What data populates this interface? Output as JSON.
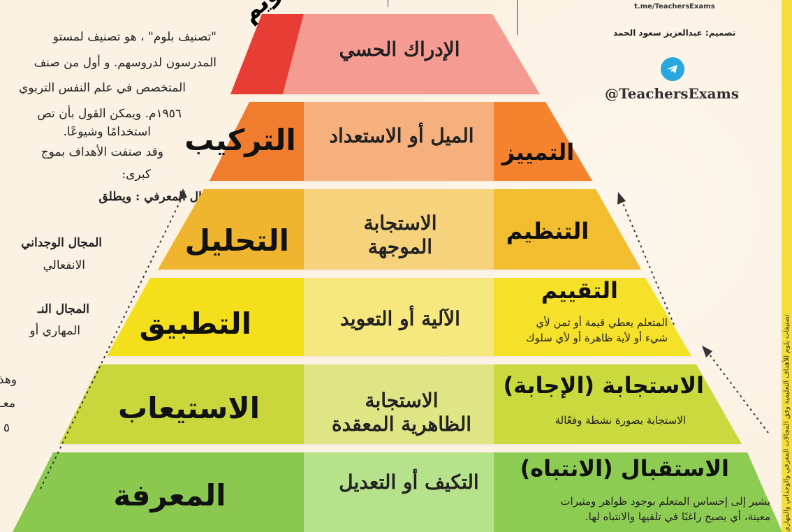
{
  "credits": {
    "link": "t.me/TeachersExams",
    "design": "تصميم: عبدالعزيز سعود الحمد",
    "handle": "@TeachersExams"
  },
  "left_text": [
    "\"تصنيف بلوم\" ، هو تصنيف لمستو",
    "المدرسون لدروسهم. و أول من صنف",
    "المتخصص في علم النفس التربوي",
    "١٩٥٦م. ويمكن القول بأن تص",
    "استخدامًا وشيوعًا.",
    "وقد صنفت الأهداف بموج",
    "كبرى:",
    "المجال المعرفي : ويطلق",
    "المجال الوجداني",
    "الانفعالي",
    "المجال النـ",
    "المهاري أو",
    "وهذ",
    "معـ",
    "٥"
  ],
  "yellow_strip_text": "تصنيفات بلوم للأهداف التعليمية وفق المجالات المعرفي والوجداني والمهاري",
  "pyramid": {
    "top": {
      "left_label": "التقويم",
      "center": "الإدراك الحسي"
    },
    "levels": [
      {
        "left": "التركيب",
        "center": "الميل أو الاستعداد",
        "right": "التمييز",
        "right_desc": ""
      },
      {
        "left": "التحليل",
        "center": "الاستجابة\nالموجهة",
        "right": "التنظيم",
        "right_desc": ""
      },
      {
        "left": "التطبيق",
        "center": "الآلية أو التعويد",
        "right": "التقييم",
        "right_desc": "المتعلم يعطي قيمة أو ثمن لأي\nشيء أو لأية ظاهرة أو لأي سلوك"
      },
      {
        "left": "الاستيعاب",
        "center": "الاستجابة\nالظاهرية المعقدة",
        "right": "الاستجابة (الإجابة)",
        "right_desc": "الاستجابة بصورة نشطة وفعّالة"
      },
      {
        "left": "المعرفة",
        "center": "التكيف أو التعديل",
        "right": "الاستقبال (الانتباه)",
        "right_desc": "يشير إلى إحساس المتعلم بوجود ظواهر ومثيرات\nمعينة، أي يصبح راغبًا في تلقيها والانتباه لها."
      }
    ]
  },
  "colors": {
    "top_left": "#e83c35",
    "top_center": "#f59b92",
    "l1_left": "#f07d2f",
    "l1_center": "#f6b07e",
    "l1_right": "#f5832f",
    "l2_left": "#f0b52d",
    "l2_center": "#f7d27b",
    "l2_right": "#f2bd2f",
    "l3_left": "#f4df1f",
    "l3_center": "#f6e77e",
    "l3_right": "#f6e12b",
    "l4_left": "#c9d73d",
    "l4_center": "#dfe584",
    "l4_right": "#cad93c",
    "l5_left": "#8ac84f",
    "l5_center": "#b6e28b",
    "l5_right": "#8dcc52",
    "background": "#fcf2e3",
    "telegram": "#29a8e0",
    "yellow_strip": "#f6df3c"
  }
}
